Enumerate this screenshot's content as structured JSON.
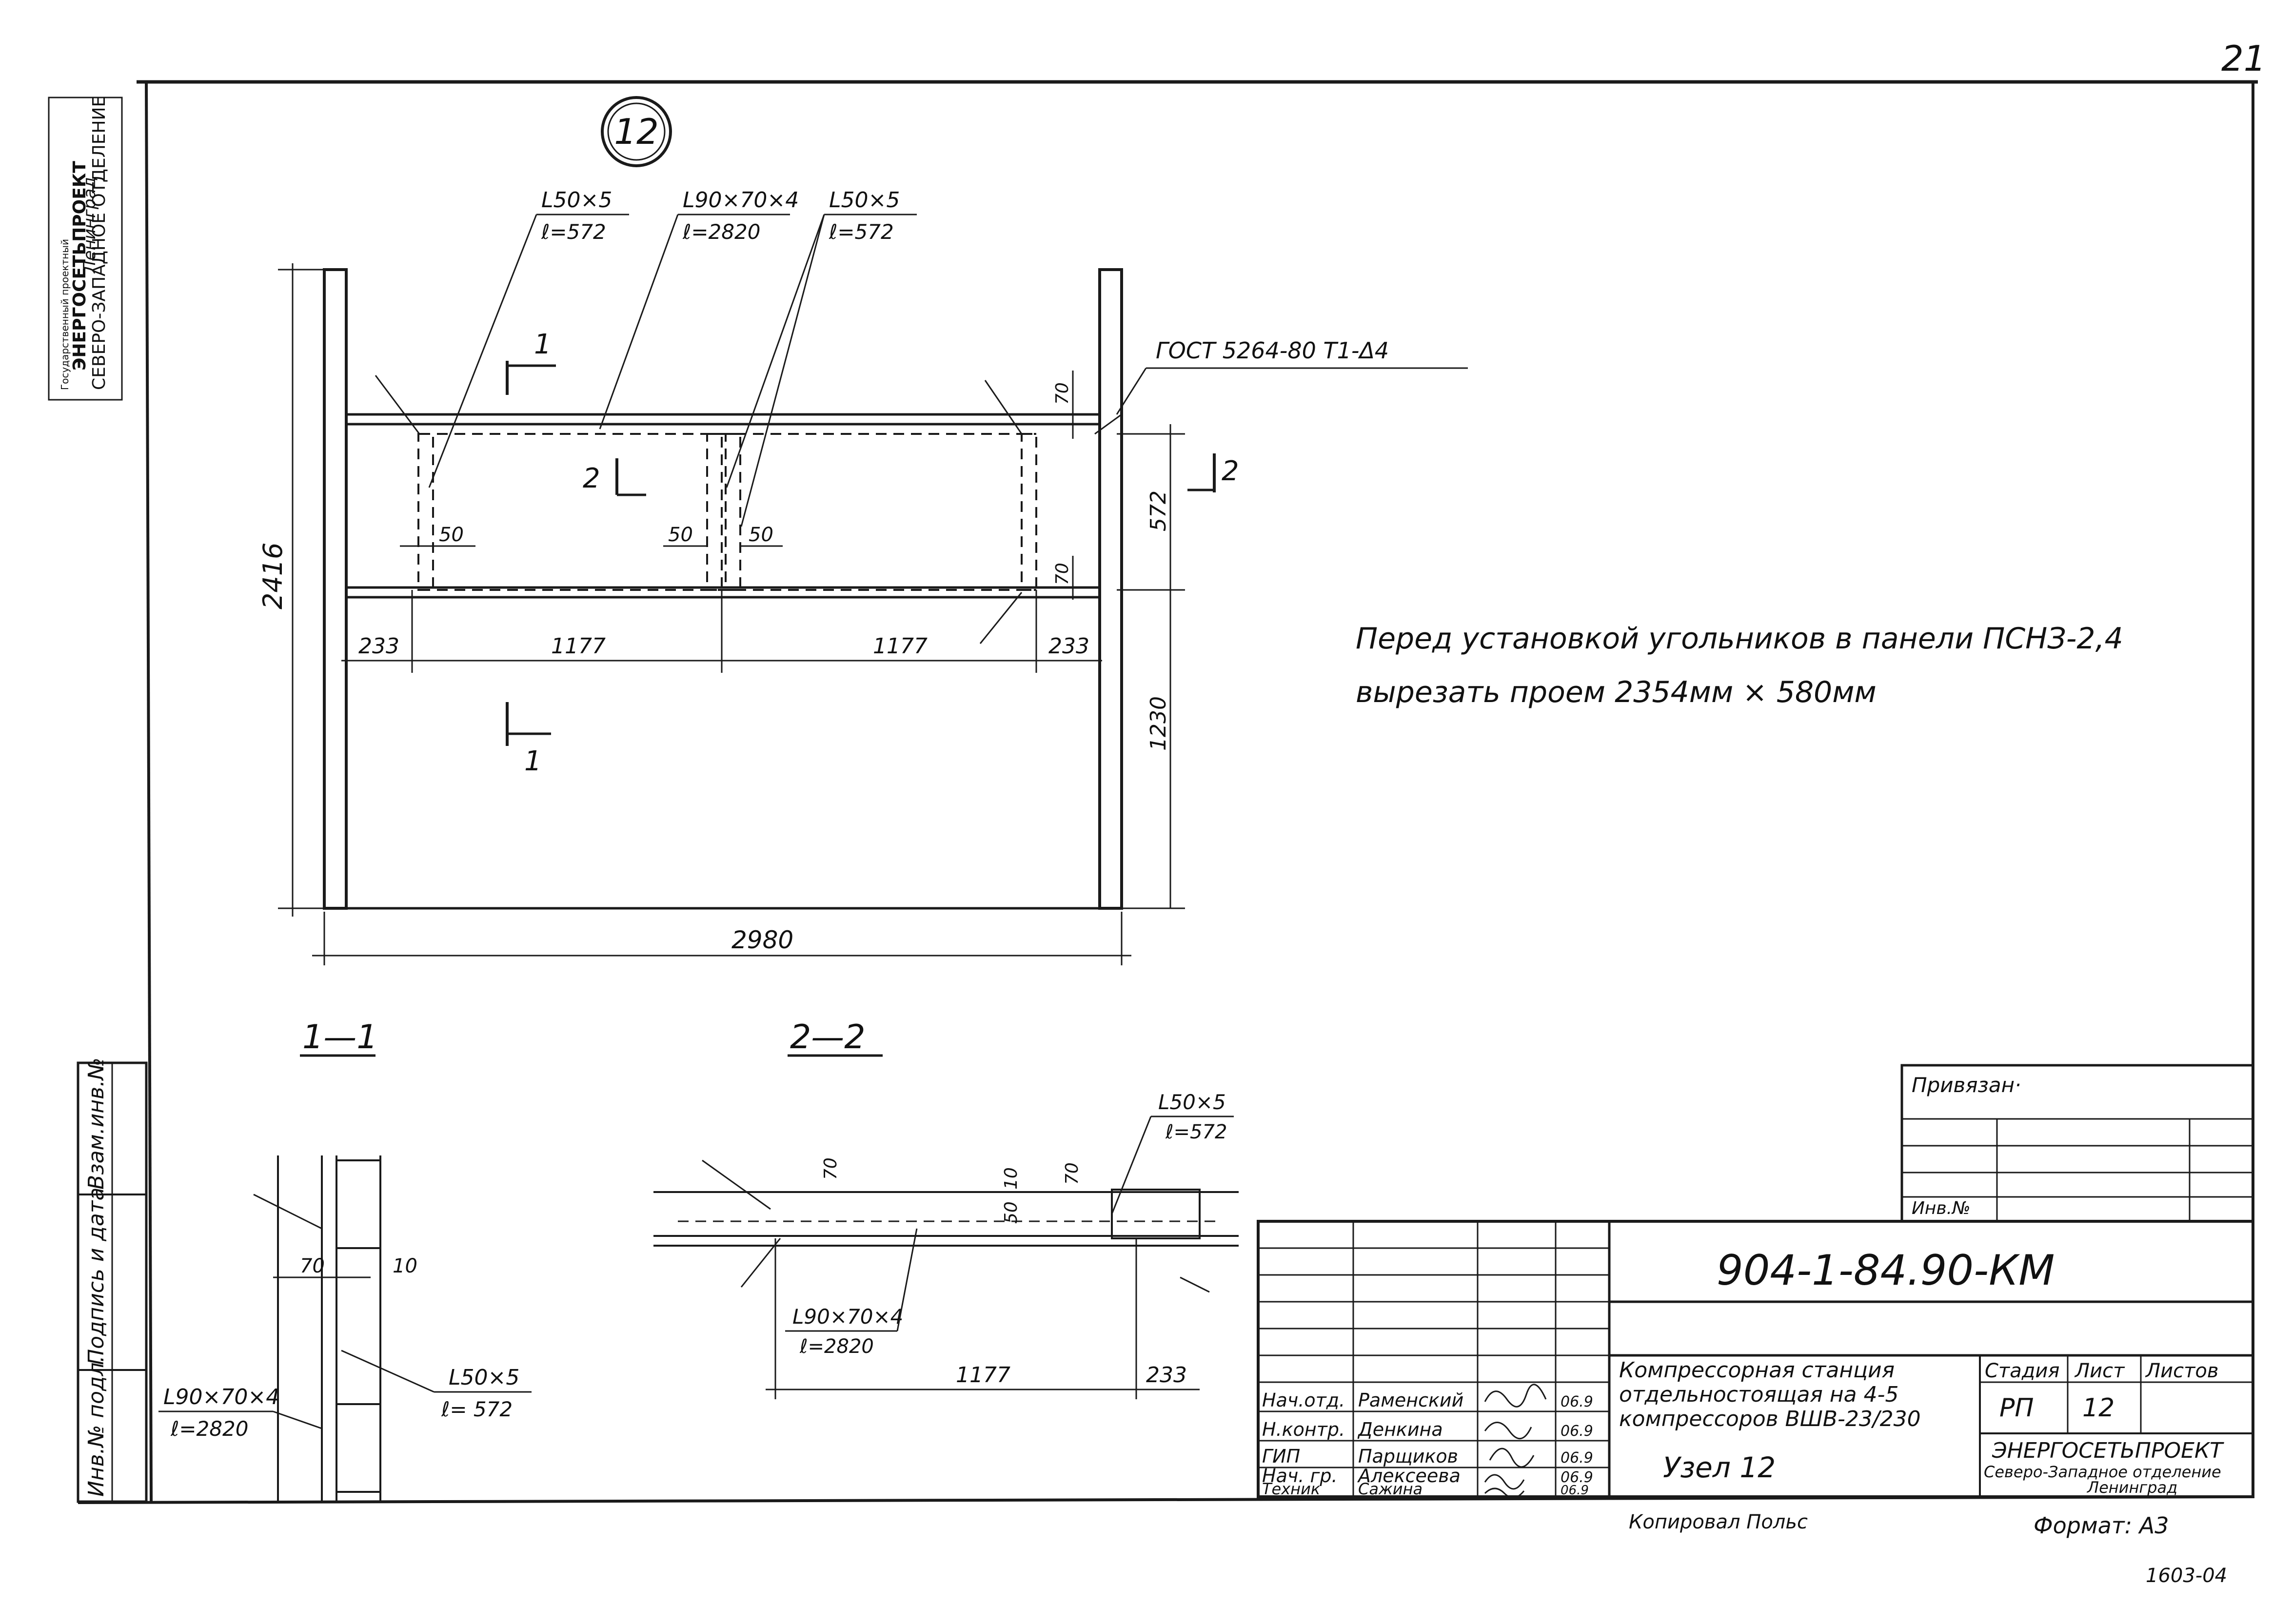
{
  "sheet_number": "21",
  "node_mark": "12",
  "left_stamp": {
    "line1": "Государственный проектный",
    "line2": "ЭНЕРГОСЕТЬПРОЕКТ",
    "line3": "СЕВЕРО-ЗАПАДНОЕ ОТДЕЛЕНИЕ",
    "line4": "Ленинград"
  },
  "left_side_labels": [
    "Взам.инв.№",
    "Подпись и дата",
    "Инв.№ подл."
  ],
  "callouts": {
    "angle_left_profile": "L50×5",
    "angle_left_len": "ℓ=572",
    "angle_top_profile": "L90×70×4",
    "angle_top_len": "ℓ=2820",
    "angle_right_profile": "L50×5",
    "angle_right_len": "ℓ=572",
    "weld": "ГОСТ 5264-80  Т1-Δ4"
  },
  "dimensions": {
    "height_total": "2416",
    "width_total": "2980",
    "seg_233_left": "233",
    "seg_1177_a": "1177",
    "seg_1177_b": "1177",
    "seg_233_right": "233",
    "dim_572": "572",
    "dim_1230": "1230",
    "dim_70_top": "70",
    "dim_70_bot": "70",
    "dim_50_a": "50",
    "dim_50_b": "50",
    "dim_50_c": "50"
  },
  "section_marks": {
    "s1_top": "1",
    "s1_bot": "1",
    "s2_left": "2",
    "s2_right": "2"
  },
  "note": {
    "line1": "Перед установкой угольников  в  панели  ПСНЗ-2,4",
    "line2": "вырезать   проем  2354мм × 580мм"
  },
  "section_1_1": {
    "title": "1—1",
    "dim_70": "70",
    "dim_10": "10",
    "callout_a_profile": "L90×70×4",
    "callout_a_len": "ℓ=2820",
    "callout_b_profile": "L50×5",
    "callout_b_len": "ℓ= 572"
  },
  "section_2_2": {
    "title": "2—2",
    "callout_top_profile": "L50×5",
    "callout_top_len": "ℓ=572",
    "callout_bottom_profile": "L90×70×4",
    "callout_bottom_len": "ℓ=2820",
    "dim_70_a": "70",
    "dim_50": "50",
    "dim_10": "10",
    "dim_70_b": "70",
    "dim_1177": "1177",
    "dim_233": "233"
  },
  "title_block": {
    "attached_label": "Привязан·",
    "inv_label": "Инв.№",
    "doc_code": "904-1-84.90-КМ",
    "project_line1": "Компрессорная  станция",
    "project_line2": "отдельностоящая  на 4-5",
    "project_line3": "компрессоров  ВШВ-23/230",
    "sheet_title": "Узел 12",
    "stage_header": "Стадия",
    "sheet_header": "Лист",
    "sheets_header": "Листов",
    "stage_value": "РП",
    "sheet_value": "12",
    "org_line1": "ЭНЕРГОСЕТЬПРОЕКТ",
    "org_line2": "Северо-Западное отделение",
    "org_line3": "Ленинград",
    "roles": [
      {
        "role": "Нач.отд.",
        "name": "Раменский",
        "date": "06.9"
      },
      {
        "role": "Н.контр.",
        "name": "Денкина",
        "date": "06.9"
      },
      {
        "role": "ГИП",
        "name": "Парщиков",
        "date": "06.9"
      },
      {
        "role": "Нач. гр.",
        "name": "Алексеева",
        "date": "06.9"
      },
      {
        "role": "Техник",
        "name": "Сажина",
        "date": "06.9"
      }
    ],
    "copied_by": "Копировал  Польс",
    "format_label": "Формат: А3",
    "stamp_number": "1603-04"
  }
}
